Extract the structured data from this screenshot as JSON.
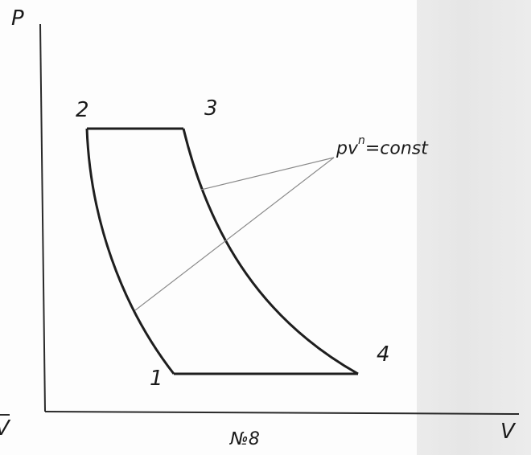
{
  "diagram": {
    "axis_y_label": "P",
    "axis_x_label": "V",
    "caption": "№8",
    "equation": {
      "base": "pv",
      "exponent": "n",
      "rest": "=const"
    },
    "points": [
      {
        "id": "p1",
        "label": "1"
      },
      {
        "id": "p2",
        "label": "2"
      },
      {
        "id": "p3",
        "label": "3"
      },
      {
        "id": "p4",
        "label": "4"
      }
    ],
    "edge_left_label": "V"
  }
}
